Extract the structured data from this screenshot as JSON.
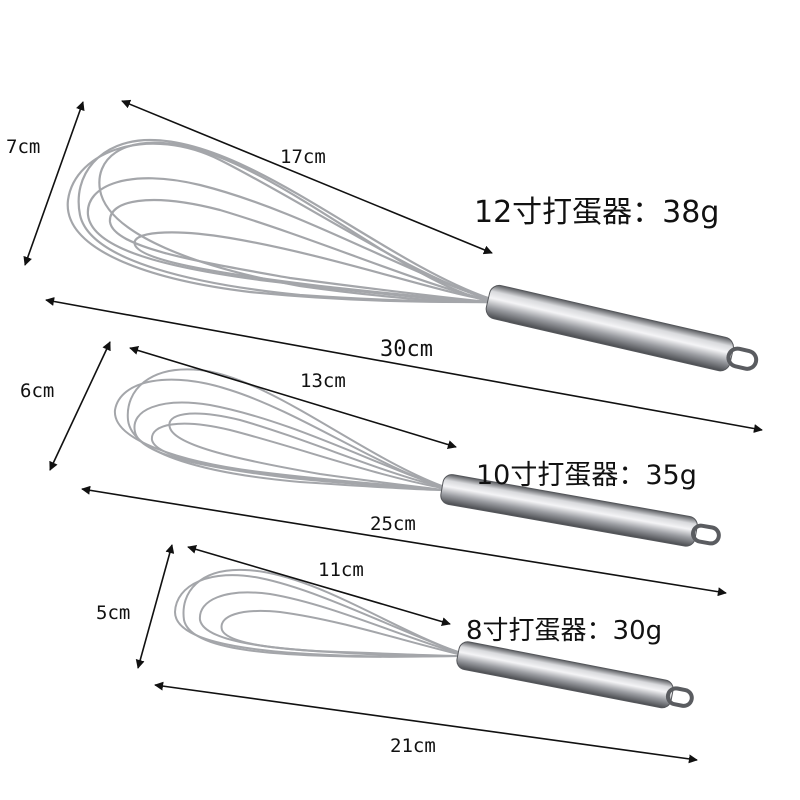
{
  "colors": {
    "background": "#ffffff",
    "text": "#111111",
    "arrow": "#111111",
    "steel_light": "#f2f2f4",
    "steel_mid": "#b4b6bb",
    "steel_dark": "#5a5c60"
  },
  "whisks": [
    {
      "title": "12寸打蛋器：38g",
      "length_label": "30cm",
      "wire_length_label": "17cm",
      "width_label": "7cm"
    },
    {
      "title": "10寸打蛋器：35g",
      "length_label": "25cm",
      "wire_length_label": "13cm",
      "width_label": "6cm"
    },
    {
      "title": "8寸打蛋器：30g",
      "length_label": "21cm",
      "wire_length_label": "11cm",
      "width_label": "5cm"
    }
  ]
}
